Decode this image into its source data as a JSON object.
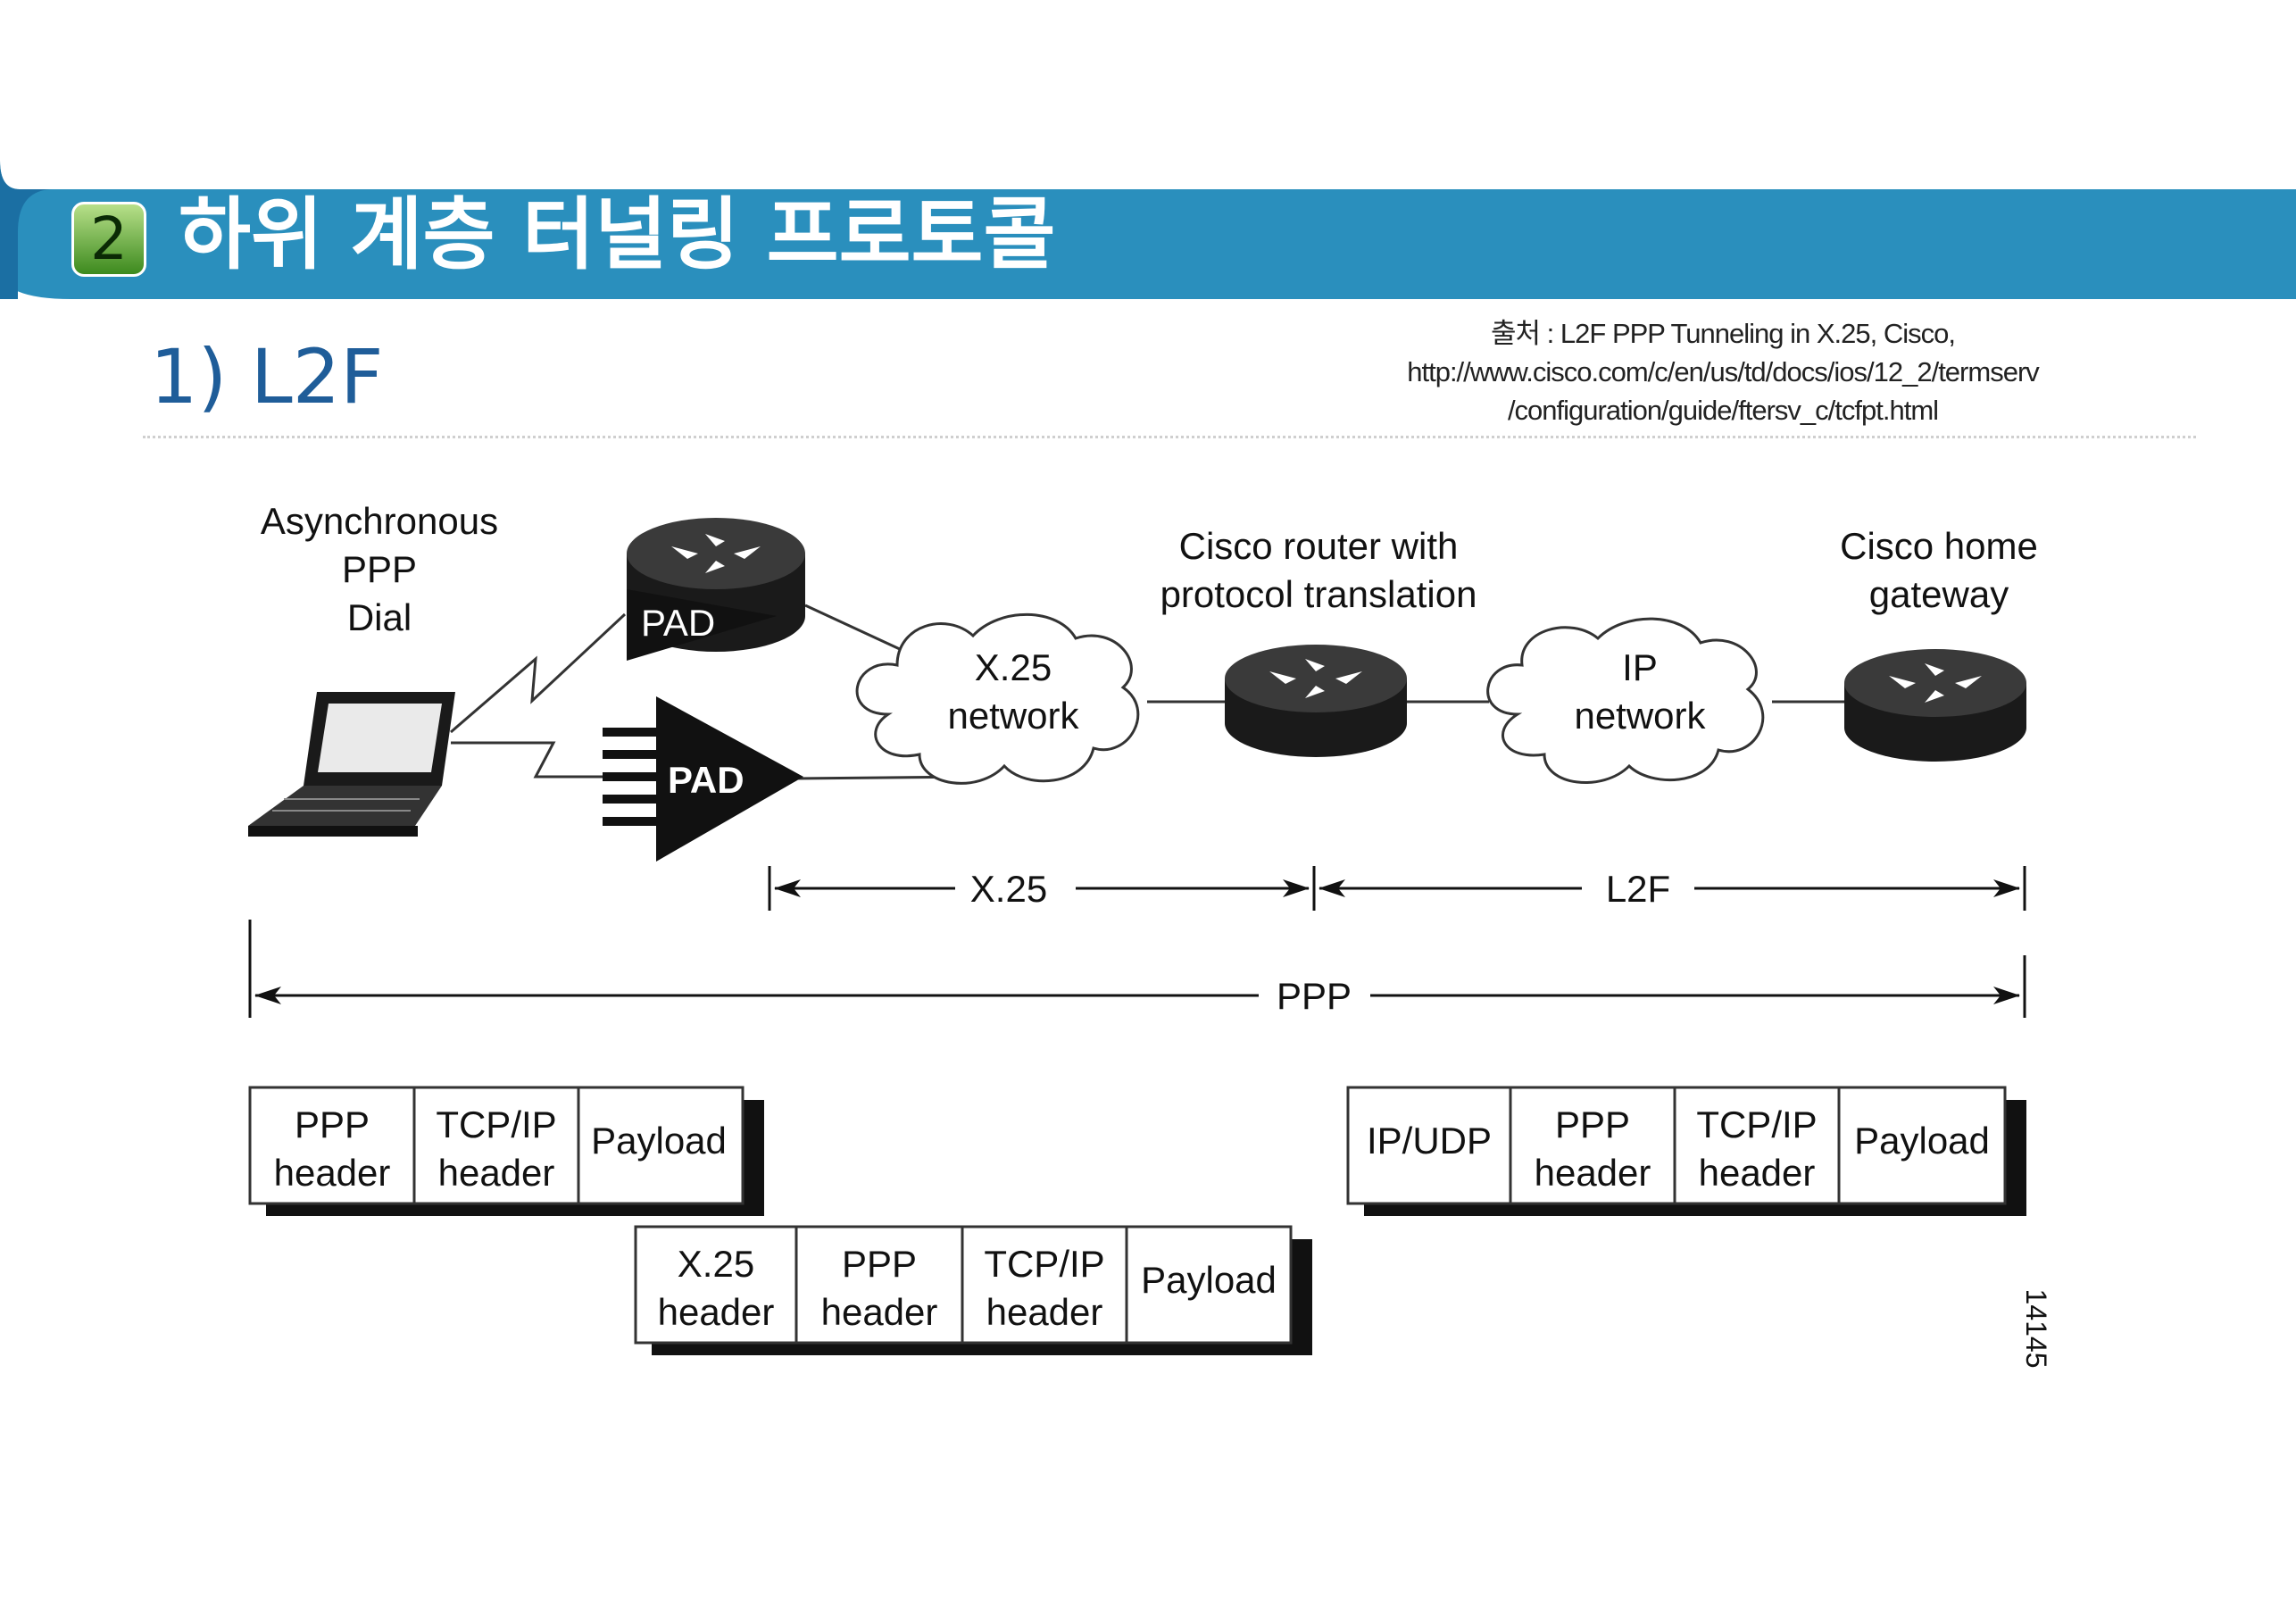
{
  "header": {
    "number": "2",
    "title": "하위 계층 터널링 프로토콜"
  },
  "subtitle": "1) L2F",
  "source": {
    "line1": "출처 : L2F PPP Tunneling in X.25, Cisco,",
    "line2": "http://www.cisco.com/c/en/us/td/docs/ios/12_2/termserv",
    "line3": "/configuration/guide/ftersv_c/tcfpt.html"
  },
  "diagram": {
    "async_label": [
      "Asynchronous",
      "PPP",
      "Dial"
    ],
    "pad1": "PAD",
    "pad2": "PAD",
    "x25_cloud": [
      "X.25",
      "network"
    ],
    "cisco_router_label": [
      "Cisco router with",
      "protocol translation"
    ],
    "ip_cloud": [
      "IP",
      "network"
    ],
    "home_gateway_label": [
      "Cisco home",
      "gateway"
    ],
    "span_x25": "X.25",
    "span_l2f": "L2F",
    "span_ppp": "PPP",
    "frame1": [
      [
        "PPP",
        "header"
      ],
      [
        "TCP/IP",
        "header"
      ],
      [
        "Payload"
      ]
    ],
    "frame2": [
      [
        "X.25",
        "header"
      ],
      [
        "PPP",
        "header"
      ],
      [
        "TCP/IP",
        "header"
      ],
      [
        "Payload"
      ]
    ],
    "frame3": [
      [
        "IP/UDP"
      ],
      [
        "PPP",
        "header"
      ],
      [
        "TCP/IP",
        "header"
      ],
      [
        "Payload"
      ]
    ],
    "figure_id": "14145"
  },
  "colors": {
    "banner": "#2a8fbd",
    "banner_dark": "#1b6fa3",
    "subtitle": "#1f5d99",
    "badge": "#4f9a2a"
  }
}
